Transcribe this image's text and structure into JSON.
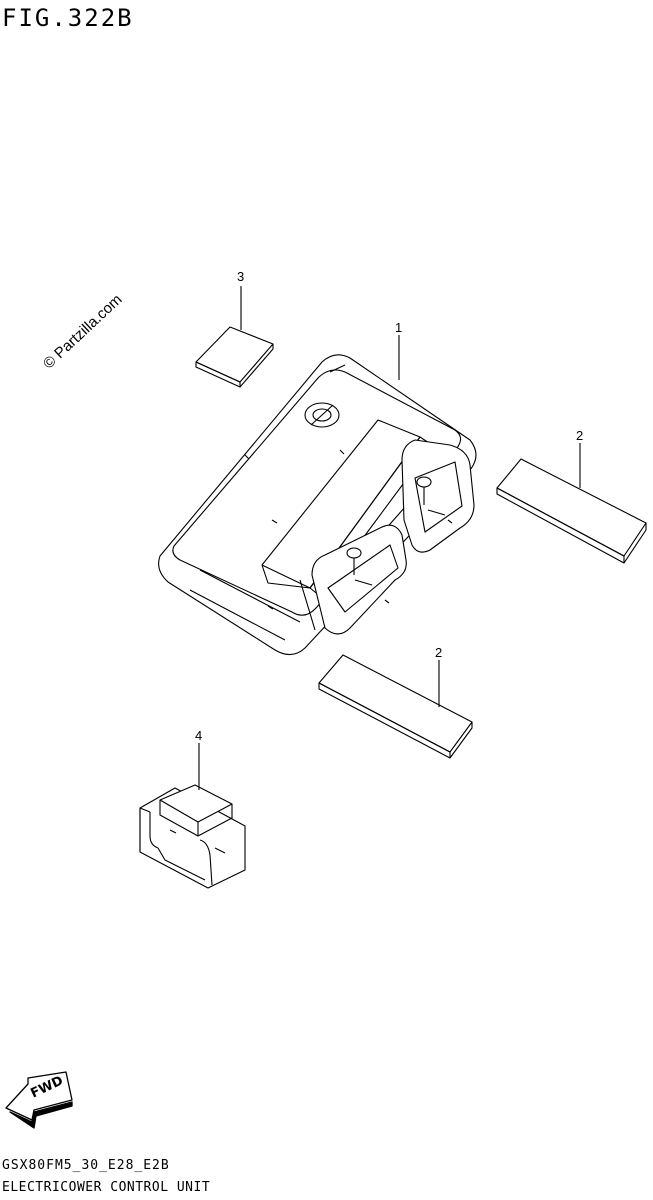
{
  "figure": {
    "title": "FIG.322B"
  },
  "watermark": {
    "text": "© Partzilla.com"
  },
  "callouts": [
    {
      "id": "callout-3",
      "label": "3"
    },
    {
      "id": "callout-1",
      "label": "1"
    },
    {
      "id": "callout-2a",
      "label": "2"
    },
    {
      "id": "callout-2b",
      "label": "2"
    },
    {
      "id": "callout-4",
      "label": "4"
    }
  ],
  "fwd": {
    "label": "FWD"
  },
  "footer": {
    "code": "GSX80FM5_30_E28_E2B",
    "description": "ELECTRICOWER CONTROL UNIT"
  },
  "colors": {
    "line": "#000000",
    "background": "#ffffff"
  }
}
